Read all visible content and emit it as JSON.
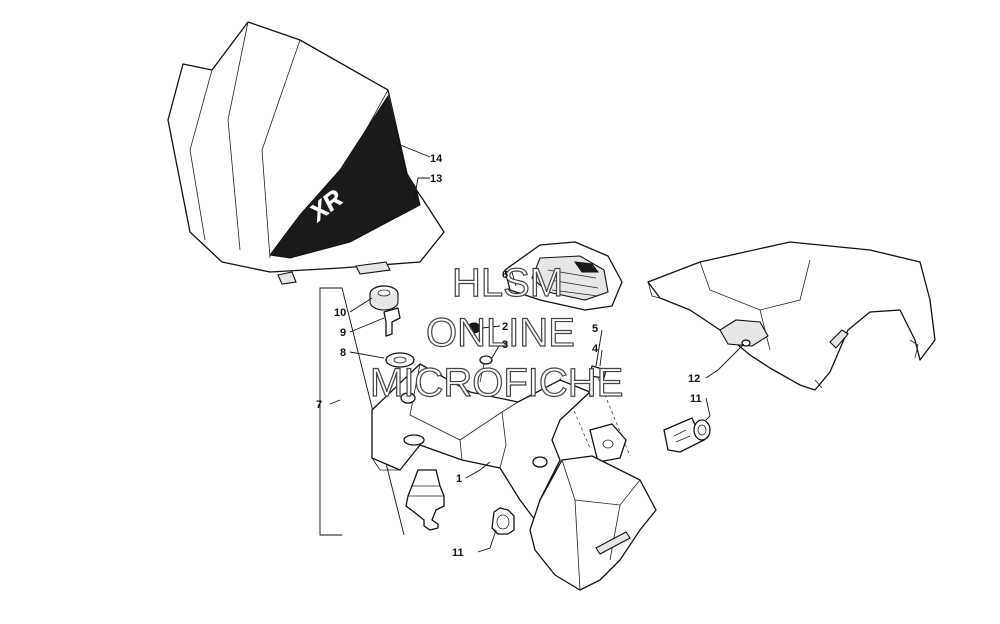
{
  "watermark": {
    "line1": "HLSM",
    "line2": "ONLINE",
    "line3": "MICROFICHE"
  },
  "callouts": {
    "c1": "1",
    "c2": "2",
    "c3": "3",
    "c4": "4",
    "c5": "5",
    "c6": "6",
    "c7": "7",
    "c8": "8",
    "c9": "9",
    "c10": "10",
    "c11a": "11",
    "c11b": "11",
    "c12": "12",
    "c13": "13",
    "c14": "14"
  },
  "decal_text": "XR"
}
